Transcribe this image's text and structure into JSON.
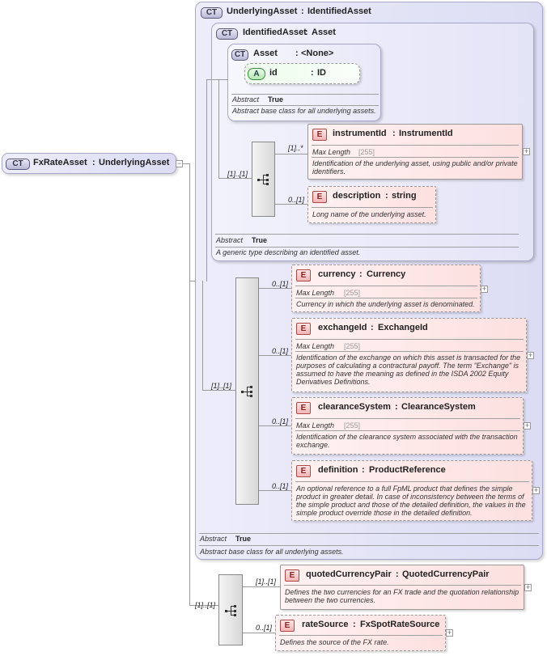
{
  "root": {
    "badge": "CT",
    "name": "FxRateAsset",
    "sep": ":",
    "type": "UnderlyingAsset"
  },
  "underlying_asset": {
    "badge": "CT",
    "name": "UnderlyingAsset",
    "sep": ":",
    "type": "IdentifiedAsset",
    "abstract_key": "Abstract",
    "abstract_value": "True",
    "description": "Abstract base class for all underlying assets.",
    "seq_multiplicity": "[1]..[1]"
  },
  "identified_asset": {
    "badge": "CT",
    "name": "IdentifiedAsset",
    "sep": ":",
    "type": "Asset",
    "abstract_key": "Abstract",
    "abstract_value": "True",
    "description": "A generic type describing an identified asset.",
    "seq_multiplicity": "[1]..[1]"
  },
  "asset": {
    "badge": "CT",
    "name": "Asset",
    "sep": ":",
    "type": "<None>",
    "attribute": {
      "badge": "A",
      "name": "id",
      "sep": ":",
      "type": "ID"
    },
    "abstract_key": "Abstract",
    "abstract_value": "True",
    "description": "Abstract base class for all underlying assets."
  },
  "elements": {
    "instrumentId": {
      "badge": "E",
      "name": "instrumentId",
      "sep": ":",
      "type": "InstrumentId",
      "multiplicity": "[1]..*",
      "facet_key": "Max Length",
      "facet_value": "[255]",
      "description": "Identification of the underlying asset, using public and/or private identifiers."
    },
    "description": {
      "badge": "E",
      "name": "description",
      "sep": ":",
      "type": "string",
      "multiplicity": "0..[1]",
      "description": "Long name of the underlying asset."
    },
    "currency": {
      "badge": "E",
      "name": "currency",
      "sep": ":",
      "type": "Currency",
      "multiplicity": "0..[1]",
      "facet_key": "Max Length",
      "facet_value": "[255]",
      "description": "Currency in which the underlying asset is denominated."
    },
    "exchangeId": {
      "badge": "E",
      "name": "exchangeId",
      "sep": ":",
      "type": "ExchangeId",
      "multiplicity": "0..[1]",
      "facet_key": "Max Length",
      "facet_value": "[255]",
      "description": "Identification of the exchange on which this asset is transacted for the purposes of calculating a contractural payoff. The term \"Exchange\" is assumed to have the meaning as defined in the ISDA 2002 Equity Derivatives Definitions."
    },
    "clearanceSystem": {
      "badge": "E",
      "name": "clearanceSystem",
      "sep": ":",
      "type": "ClearanceSystem",
      "multiplicity": "0..[1]",
      "facet_key": "Max Length",
      "facet_value": "[255]",
      "description": "Identification of the clearance system associated with the transaction exchange."
    },
    "definition": {
      "badge": "E",
      "name": "definition",
      "sep": ":",
      "type": "ProductReference",
      "multiplicity": "0..[1]",
      "description": "An optional reference to a full FpML product that defines the simple product in greater detail. In case of inconsistency between the terms of the simple product and those of the detailed definition, the values in the simple product override those in the detailed definition."
    },
    "quotedCurrencyPair": {
      "badge": "E",
      "name": "quotedCurrencyPair",
      "sep": ":",
      "type": "QuotedCurrencyPair",
      "multiplicity": "[1]..[1]",
      "description": "Defines the two currencies for an FX trade and the quotation relationship between the two currencies."
    },
    "rateSource": {
      "badge": "E",
      "name": "rateSource",
      "sep": ":",
      "type": "FxSpotRateSource",
      "multiplicity": "0..[1]",
      "description": "Defines the source of the FX rate."
    }
  },
  "root_seq_multiplicity": "[1]..[1]",
  "expander_symbol": "+",
  "collapse_symbol": "−"
}
